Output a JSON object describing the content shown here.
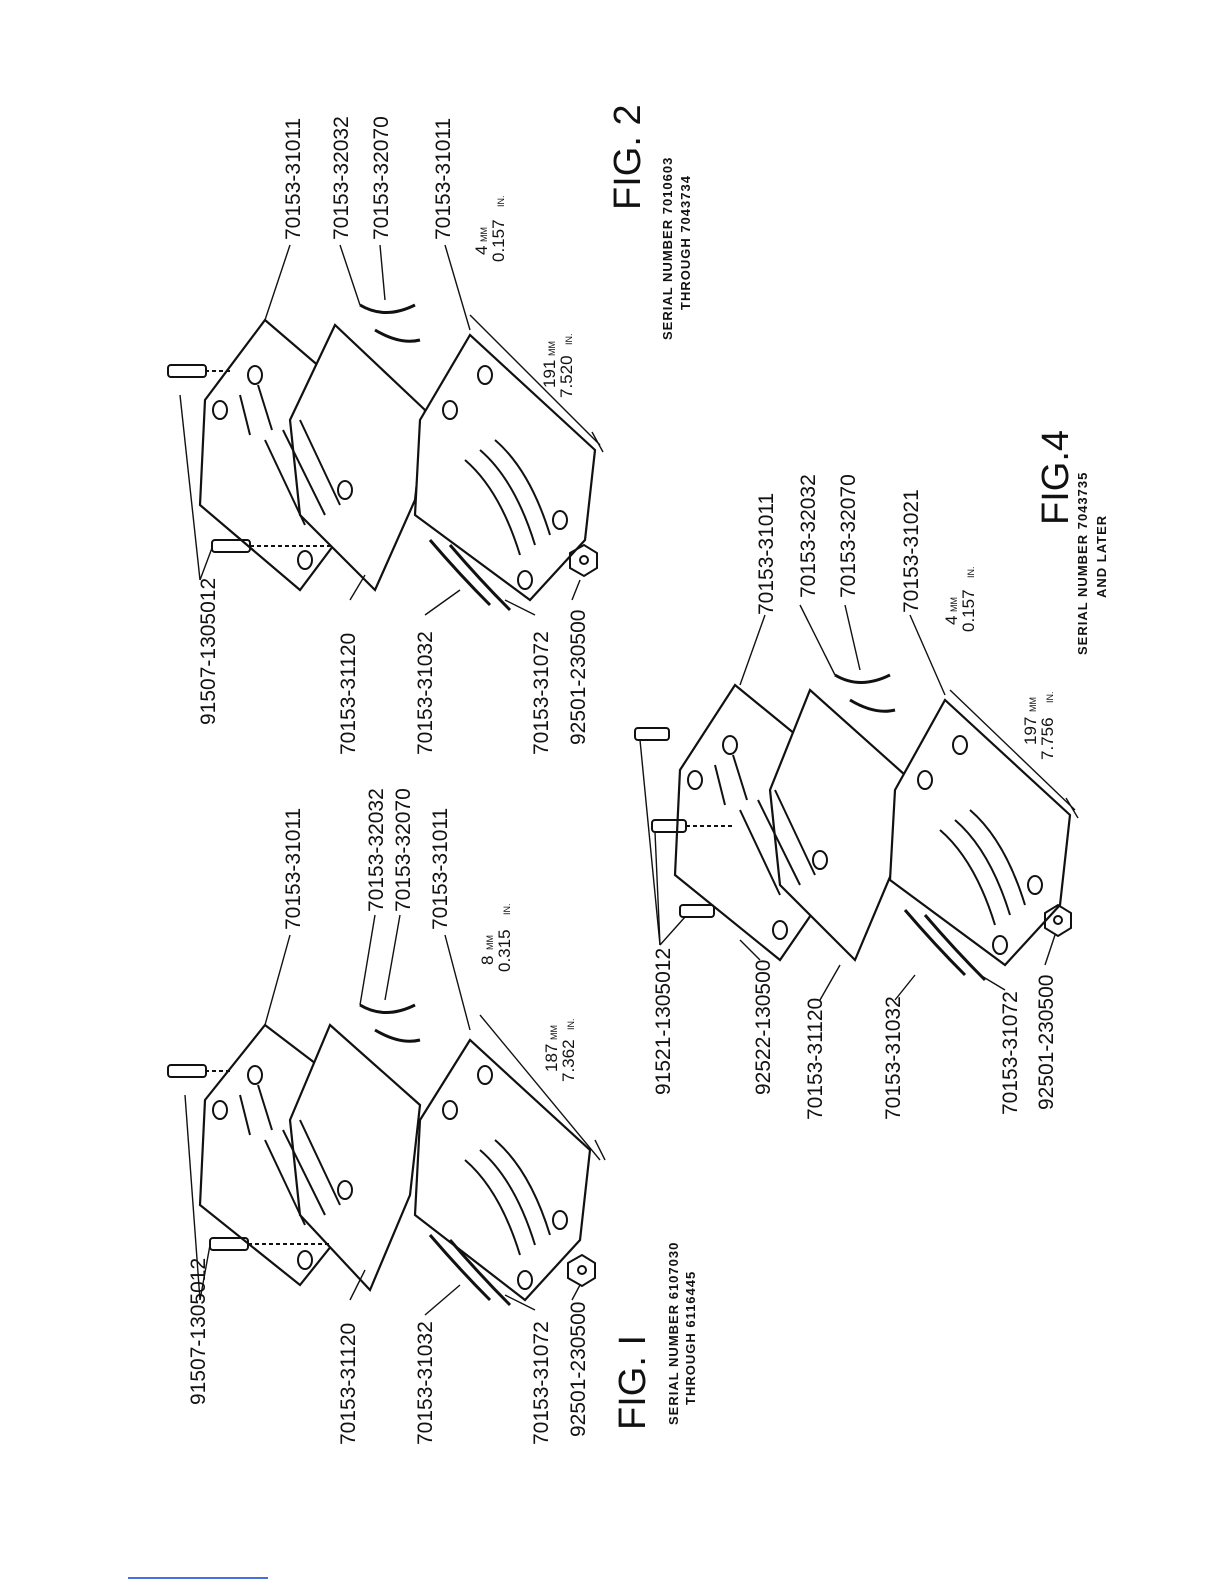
{
  "figures": {
    "fig1": {
      "title": "FIG. I",
      "serial_line1": "SERIAL NUMBER 6107030",
      "serial_line2": "THROUGH 6116445",
      "dim_mm": "8",
      "dim_mm_unit": "MM",
      "dim_in": "0.315",
      "dim_in_unit": "IN.",
      "span_mm": "187",
      "span_mm_unit": "MM",
      "span_in": "7.362",
      "span_in_unit": "IN.",
      "parts": [
        "91507-1305012",
        "70153-31120",
        "70153-31032",
        "70153-31072",
        "92501-230500",
        "70153-31011",
        "70153-32032",
        "70153-32070",
        "70153-31011"
      ]
    },
    "fig2": {
      "title": "FIG. 2",
      "serial_line1": "SERIAL NUMBER 7010603",
      "serial_line2": "THROUGH 7043734",
      "dim_mm": "4",
      "dim_mm_unit": "MM",
      "dim_in": "0.157",
      "dim_in_unit": "IN.",
      "span_mm": "191",
      "span_mm_unit": "MM",
      "span_in": "7.520",
      "span_in_unit": "IN.",
      "parts": [
        "91507-1305012",
        "70153-31120",
        "70153-31032",
        "70153-31072",
        "92501-230500",
        "70153-31011",
        "70153-32032",
        "70153-32070",
        "70153-31011"
      ]
    },
    "fig4": {
      "title": "FIG.4",
      "serial_line1": "SERIAL NUMBER 7043735",
      "serial_line2": "AND LATER",
      "dim_mm": "4",
      "dim_mm_unit": "MM",
      "dim_in": "0.157",
      "dim_in_unit": "IN.",
      "span_mm": "197",
      "span_mm_unit": "MM",
      "span_in": "7.756",
      "span_in_unit": "IN.",
      "parts": [
        "91521-1305012",
        "92522-130500",
        "70153-31120",
        "70153-31032",
        "70153-31072",
        "92501-230500",
        "70153-31011",
        "70153-32032",
        "70153-32070",
        "70153-31021"
      ]
    }
  }
}
